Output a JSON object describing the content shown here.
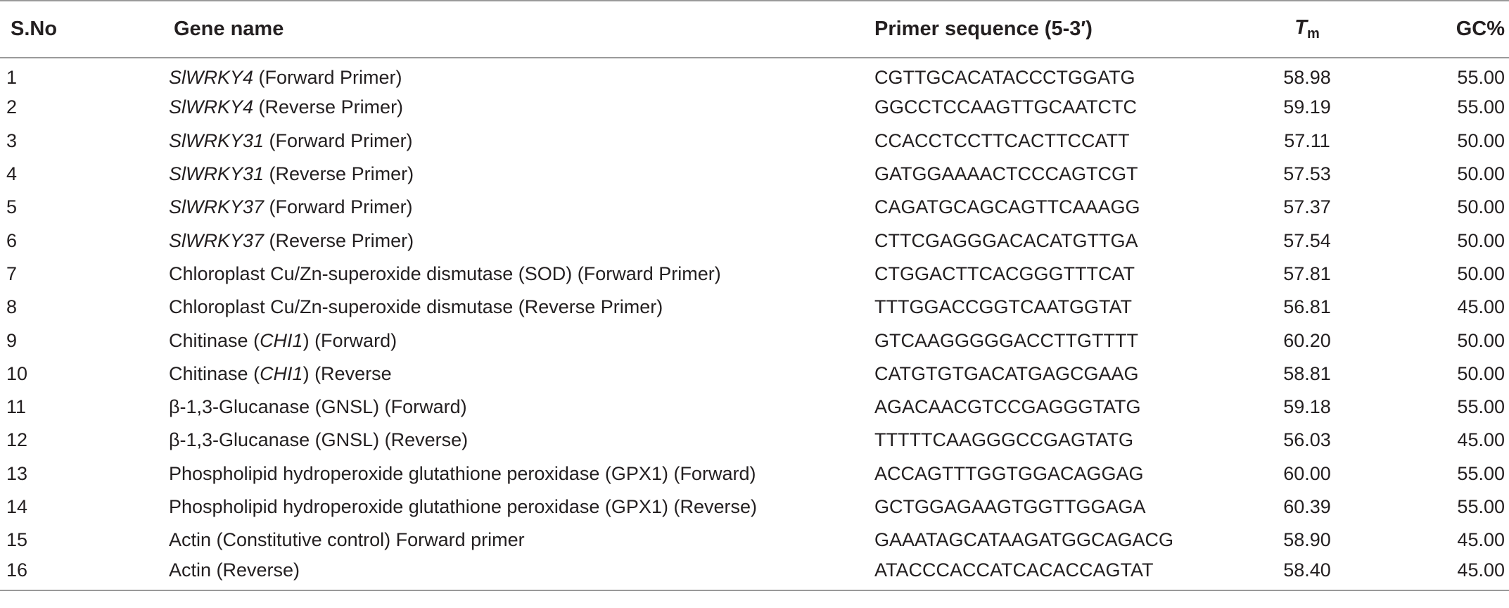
{
  "table": {
    "headers": {
      "sno": "S.No",
      "gene": "Gene name",
      "primer": "Primer sequence (5-3′)",
      "tm_main": "T",
      "tm_sub": "m",
      "gc": "GC%"
    },
    "rows": [
      {
        "sno": "1",
        "gene_italic": "SlWRKY4",
        "gene_pre": "",
        "gene_post": " (Forward Primer)",
        "seq": "CGTTGCACATACCCTGGATG",
        "tm": "58.98",
        "gc": "55.00"
      },
      {
        "sno": "2",
        "gene_italic": "SlWRKY4",
        "gene_pre": "",
        "gene_post": " (Reverse Primer)",
        "seq": "GGCCTCCAAGTTGCAATCTC",
        "tm": "59.19",
        "gc": "55.00"
      },
      {
        "sno": "3",
        "gene_italic": "SlWRKY31",
        "gene_pre": "",
        "gene_post": " (Forward Primer)",
        "seq": "CCACCTCCTTCACTTCCATT",
        "tm": "57.11",
        "gc": "50.00"
      },
      {
        "sno": "4",
        "gene_italic": "SlWRKY31",
        "gene_pre": "",
        "gene_post": " (Reverse Primer)",
        "seq": "GATGGAAAACTCCCAGTCGT",
        "tm": "57.53",
        "gc": "50.00"
      },
      {
        "sno": "5",
        "gene_italic": "SlWRKY37",
        "gene_pre": "",
        "gene_post": " (Forward Primer)",
        "seq": "CAGATGCAGCAGTTCAAAGG",
        "tm": "57.37",
        "gc": "50.00"
      },
      {
        "sno": "6",
        "gene_italic": "SlWRKY37",
        "gene_pre": "",
        "gene_post": " (Reverse Primer)",
        "seq": "CTTCGAGGGACACATGTTGA",
        "tm": "57.54",
        "gc": "50.00"
      },
      {
        "sno": "7",
        "gene_italic": "",
        "gene_pre": "Chloroplast Cu/Zn-superoxide dismutase (SOD) (Forward Primer)",
        "gene_post": "",
        "seq": "CTGGACTTCACGGGTTTCAT",
        "tm": "57.81",
        "gc": "50.00"
      },
      {
        "sno": "8",
        "gene_italic": "",
        "gene_pre": "Chloroplast Cu/Zn-superoxide dismutase (Reverse Primer)",
        "gene_post": "",
        "seq": "TTTGGACCGGTCAATGGTAT",
        "tm": "56.81",
        "gc": "45.00"
      },
      {
        "sno": "9",
        "gene_italic": "CHI1",
        "gene_pre": "Chitinase (",
        "gene_post": ") (Forward)",
        "seq": "GTCAAGGGGGACCTTGTTTT",
        "tm": "60.20",
        "gc": "50.00"
      },
      {
        "sno": "10",
        "gene_italic": "CHI1",
        "gene_pre": "Chitinase (",
        "gene_post": ") (Reverse",
        "seq": "CATGTGTGACATGAGCGAAG",
        "tm": "58.81",
        "gc": "50.00"
      },
      {
        "sno": "11",
        "gene_italic": "",
        "gene_pre": "β-1,3-Glucanase (GNSL) (Forward)",
        "gene_post": "",
        "seq": "AGACAACGTCCGAGGGTATG",
        "tm": "59.18",
        "gc": "55.00"
      },
      {
        "sno": "12",
        "gene_italic": "",
        "gene_pre": "β-1,3-Glucanase (GNSL) (Reverse)",
        "gene_post": "",
        "seq": "TTTTTCAAGGGCCGAGTATG",
        "tm": "56.03",
        "gc": "45.00"
      },
      {
        "sno": "13",
        "gene_italic": "",
        "gene_pre": "Phospholipid hydroperoxide glutathione peroxidase (GPX1) (Forward)",
        "gene_post": "",
        "seq": "ACCAGTTTGGTGGACAGGAG",
        "tm": "60.00",
        "gc": "55.00"
      },
      {
        "sno": "14",
        "gene_italic": "",
        "gene_pre": "Phospholipid hydroperoxide glutathione peroxidase (GPX1) (Reverse)",
        "gene_post": "",
        "seq": "GCTGGAGAAGTGGTTGGAGA",
        "tm": "60.39",
        "gc": "55.00"
      },
      {
        "sno": "15",
        "gene_italic": "",
        "gene_pre": "Actin (Constitutive control) Forward primer",
        "gene_post": "",
        "seq": "GAAATAGCATAAGATGGCAGACG",
        "tm": "58.90",
        "gc": "45.00"
      },
      {
        "sno": "16",
        "gene_italic": "",
        "gene_pre": "Actin (Reverse)",
        "gene_post": "",
        "seq": "ATACCCACCATCACACCAGTAT",
        "tm": "58.40",
        "gc": "45.00"
      }
    ]
  }
}
